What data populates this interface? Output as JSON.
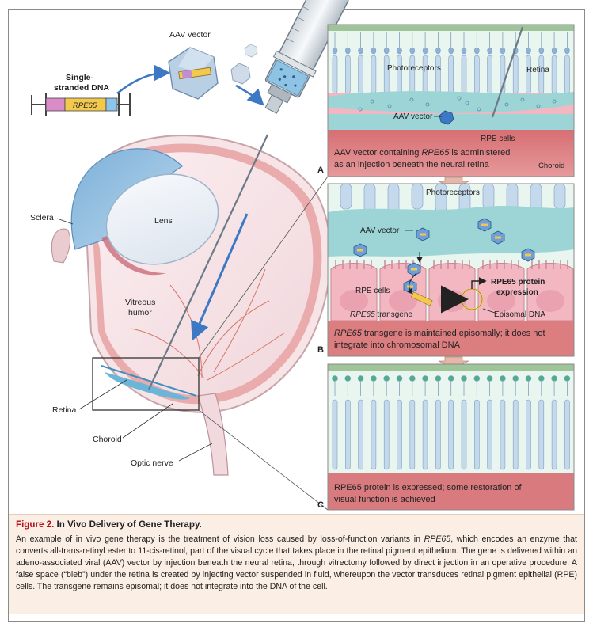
{
  "left_panel": {
    "aav_vector_label": "AAV vector",
    "ssdna_label_line1": "Single-",
    "ssdna_label_line2": "stranded DNA",
    "gene_label": "RPE65",
    "sclera_label": "Sclera",
    "lens_label": "Lens",
    "vitreous_line1": "Vitreous",
    "vitreous_line2": "humor",
    "retina_label": "Retina",
    "choroid_label": "Choroid",
    "optic_nerve_label": "Optic nerve"
  },
  "panel_a": {
    "letter": "A",
    "photoreceptors": "Photoreceptors",
    "retina": "Retina",
    "aav_vector": "AAV vector",
    "rpe_cells": "RPE cells",
    "choroid": "Choroid",
    "caption_line1_pre": "AAV vector containing ",
    "caption_line1_gene": "RPE65",
    "caption_line1_post": " is administered",
    "caption_line2": "as an injection beneath the neural retina"
  },
  "panel_b": {
    "letter": "B",
    "photoreceptors": "Photoreceptors",
    "aav_vector": "AAV vector",
    "rpe_cells": "RPE cells",
    "transgene_gene": "RPE65",
    "transgene_word": " transgene",
    "protein_line1": "RPE65 protein",
    "protein_line2": "expression",
    "episomal_dna": "Episomal DNA",
    "caption_line1_gene": "RPE65",
    "caption_line1_post": " transgene is maintained episomally; it does not",
    "caption_line2": "integrate into chromosomal DNA"
  },
  "panel_c": {
    "letter": "C",
    "caption_line1": "RPE65 protein is expressed; some restoration of",
    "caption_line2": "visual function is achieved"
  },
  "caption": {
    "figure_label": "Figure 2.",
    "figure_title": " In Vivo Delivery of Gene Therapy.",
    "p1": "An example of in vivo gene therapy is the treatment of vision loss caused by loss-of-function variants in ",
    "gene": "RPE65",
    "p2": ", which encodes an enzyme that converts all-trans-retinyl ester to 11-cis-retinol, part of the visual cycle that takes place in the retinal pigment epithelium. The gene is delivered within an adeno-associated viral (AAV) vector by injection beneath the neural retina, through vitrectomy followed by direct injection in an operative procedure. A false space (“bleb”) under the retina is created by injecting vector suspended in fluid, whereupon the vector transduces retinal pigment epithelial (RPE) cells. The transgene remains episomal; it does not integrate into the DNA of the cell."
  },
  "colors": {
    "retina_cyan": "#9dd5d6",
    "rpe_pink": "#f3b7c2",
    "choroid_red": "#e7a3a2",
    "caption_band": "#d9787a",
    "vector_blue": "#3d78c4",
    "figure_red": "#b3121d"
  }
}
